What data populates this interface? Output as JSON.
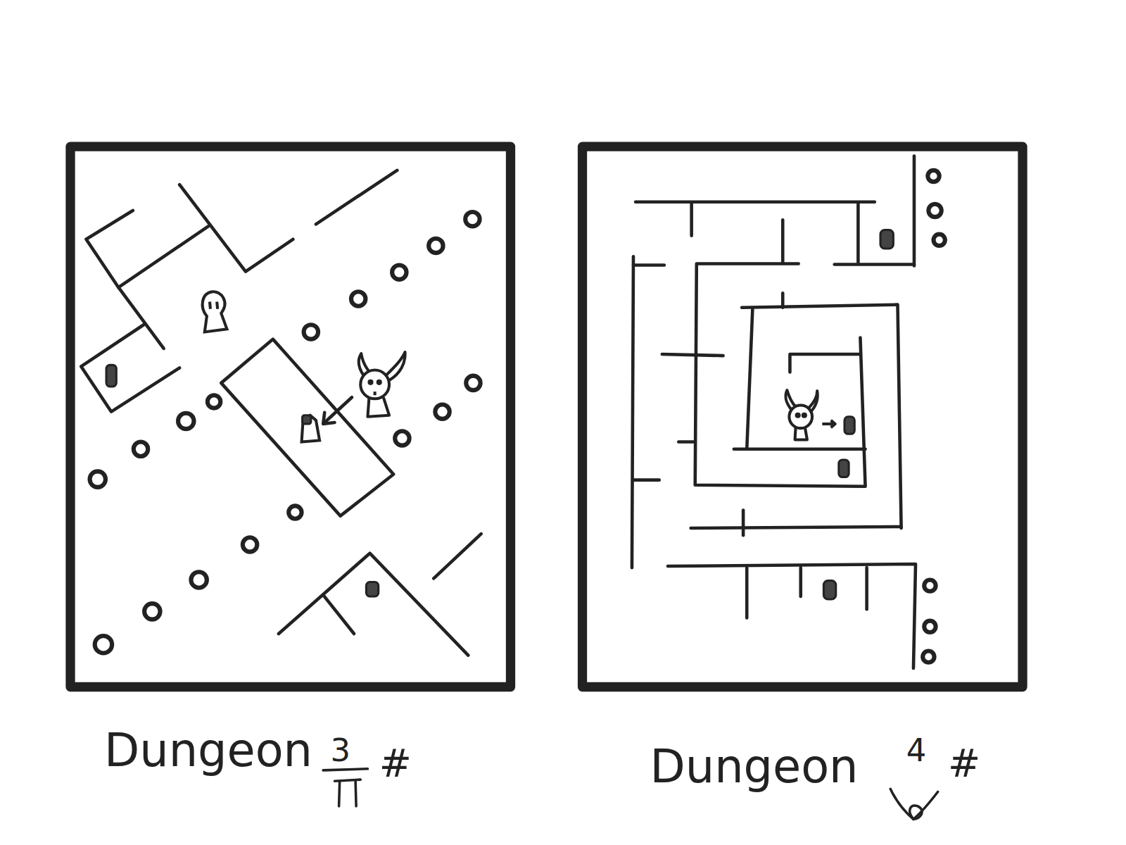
{
  "diagram": {
    "labels": [
      "Dungeon",
      "3",
      "#",
      "Dungeon",
      "4",
      "#"
    ]
  }
}
